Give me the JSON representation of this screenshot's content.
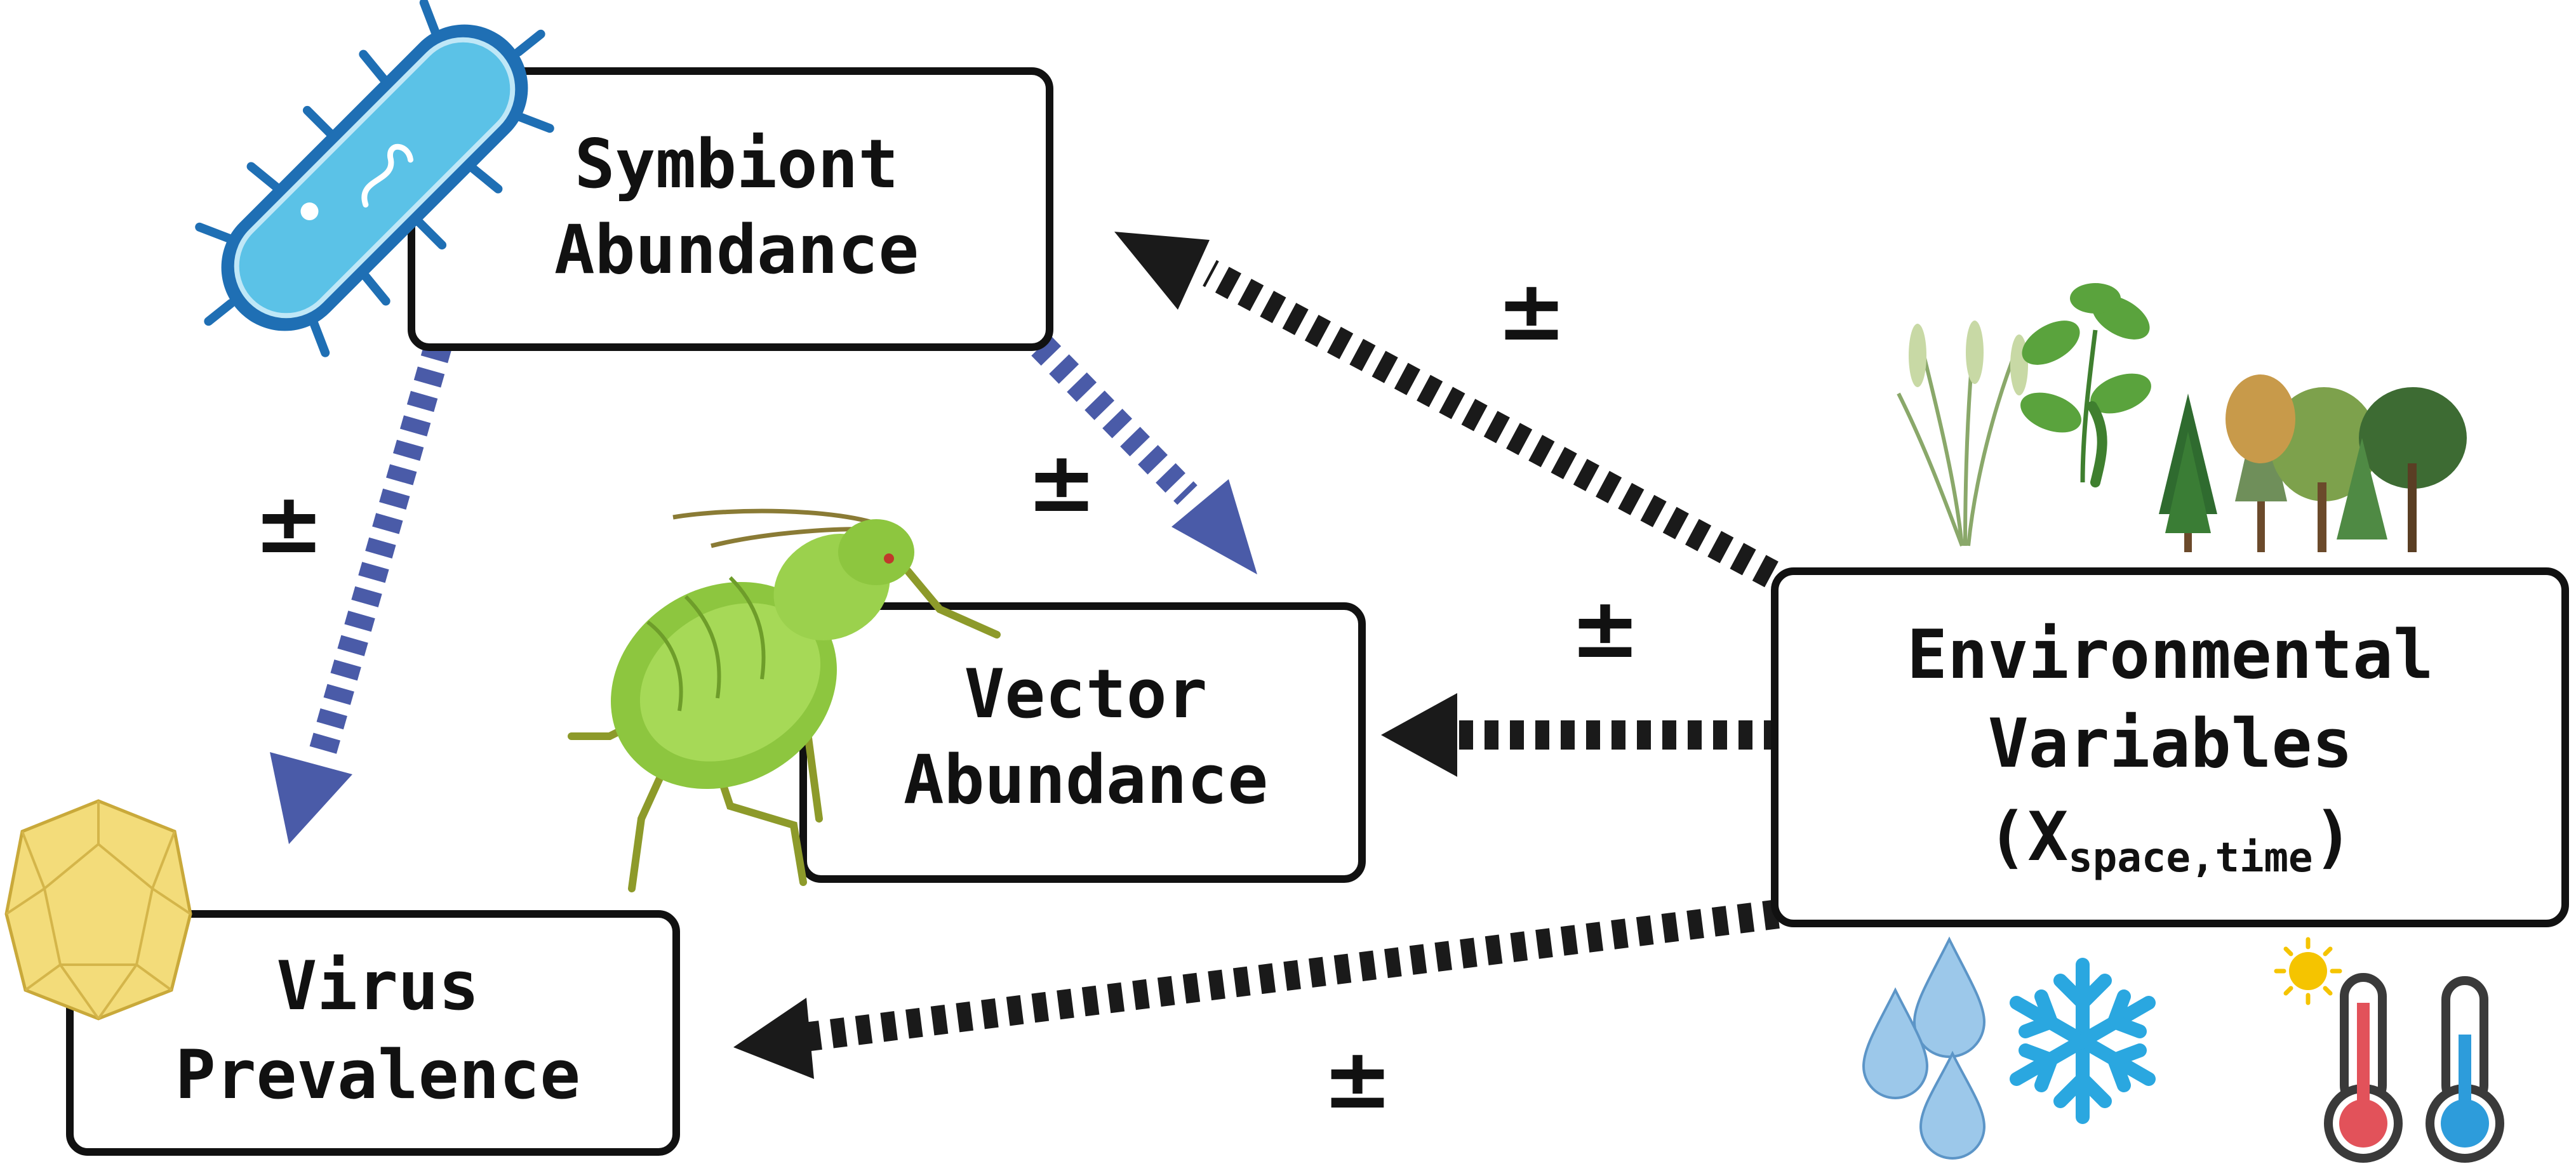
{
  "nodes": {
    "symbiont": {
      "line1": "Symbiont",
      "line2": "Abundance"
    },
    "vector": {
      "line1": "Vector",
      "line2": "Abundance"
    },
    "virus": {
      "line1": "Virus",
      "line2": "Prevalence"
    },
    "environment": {
      "line1": "Environmental",
      "line2": "Variables",
      "line3_open": "(X",
      "line3_sub": "space,time",
      "line3_close": ")"
    }
  },
  "edge_labels": {
    "env_to_symbiont": "±",
    "env_to_vector": "±",
    "env_to_virus": "±",
    "symbiont_to_vector": "±",
    "symbiont_to_virus": "±"
  },
  "colors": {
    "box_stroke": "#111111",
    "arrow_black": "#1a1a1a",
    "arrow_blue": "#4a5ba8",
    "bacterium_fill": "#5bc2e7",
    "bacterium_stroke": "#1f6fb4",
    "aphid": "#8dc63f",
    "virus": "#f3dc7a",
    "snowflake": "#2aa7e0",
    "droplet": "#9cc8ea"
  },
  "icons": [
    "bacterium-icon",
    "aphid-icon",
    "virus-capsid-icon",
    "plants-icon",
    "trees-icon",
    "droplets-icon",
    "snowflake-icon",
    "sun-icon",
    "thermometer-hot-icon",
    "thermometer-cold-icon"
  ]
}
